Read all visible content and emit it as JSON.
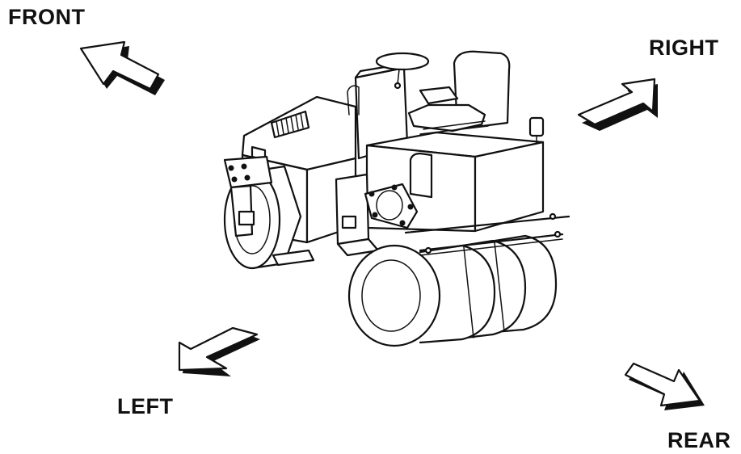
{
  "labels": {
    "front": "FRONT",
    "right": "RIGHT",
    "left": "LEFT",
    "rear": "REAR"
  },
  "colors": {
    "ink": "#111111",
    "background": "#ffffff"
  },
  "icons": {
    "front": "arrow-up-left-icon",
    "right": "arrow-up-right-icon",
    "left": "arrow-down-left-icon",
    "rear": "arrow-down-right-icon"
  }
}
